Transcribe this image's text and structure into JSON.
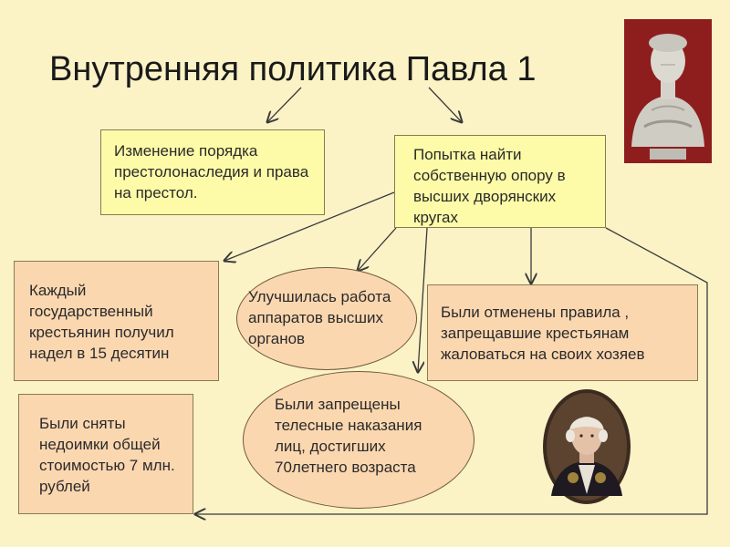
{
  "title": "Внутренняя политика Павла 1",
  "boxes": {
    "succession": "Изменение порядка престолонаследия и права на престол.",
    "nobility": "Попытка найти собственную опору в высших дворянских кругах",
    "land": "Каждый государственный крестьянин получил надел в 15 десятин",
    "apparatus": "Улучшилась работа аппаратов высших органов",
    "complaints": "Были отменены правила , запрещавшие крестьянам жаловаться на своих хозяев",
    "arrears": "Были сняты недоимки общей стоимостью 7 млн. рублей",
    "punishment": "Были запрещены телесные наказания лиц, достигших 70летнего возраста"
  },
  "colors": {
    "background": "#fbf2c6",
    "yellow_box": "#fdfba8",
    "peach_box": "#fbd7b0",
    "arrow": "#3a3a3a"
  },
  "icons": [
    "bust-portrait-image",
    "painted-portrait-image"
  ]
}
